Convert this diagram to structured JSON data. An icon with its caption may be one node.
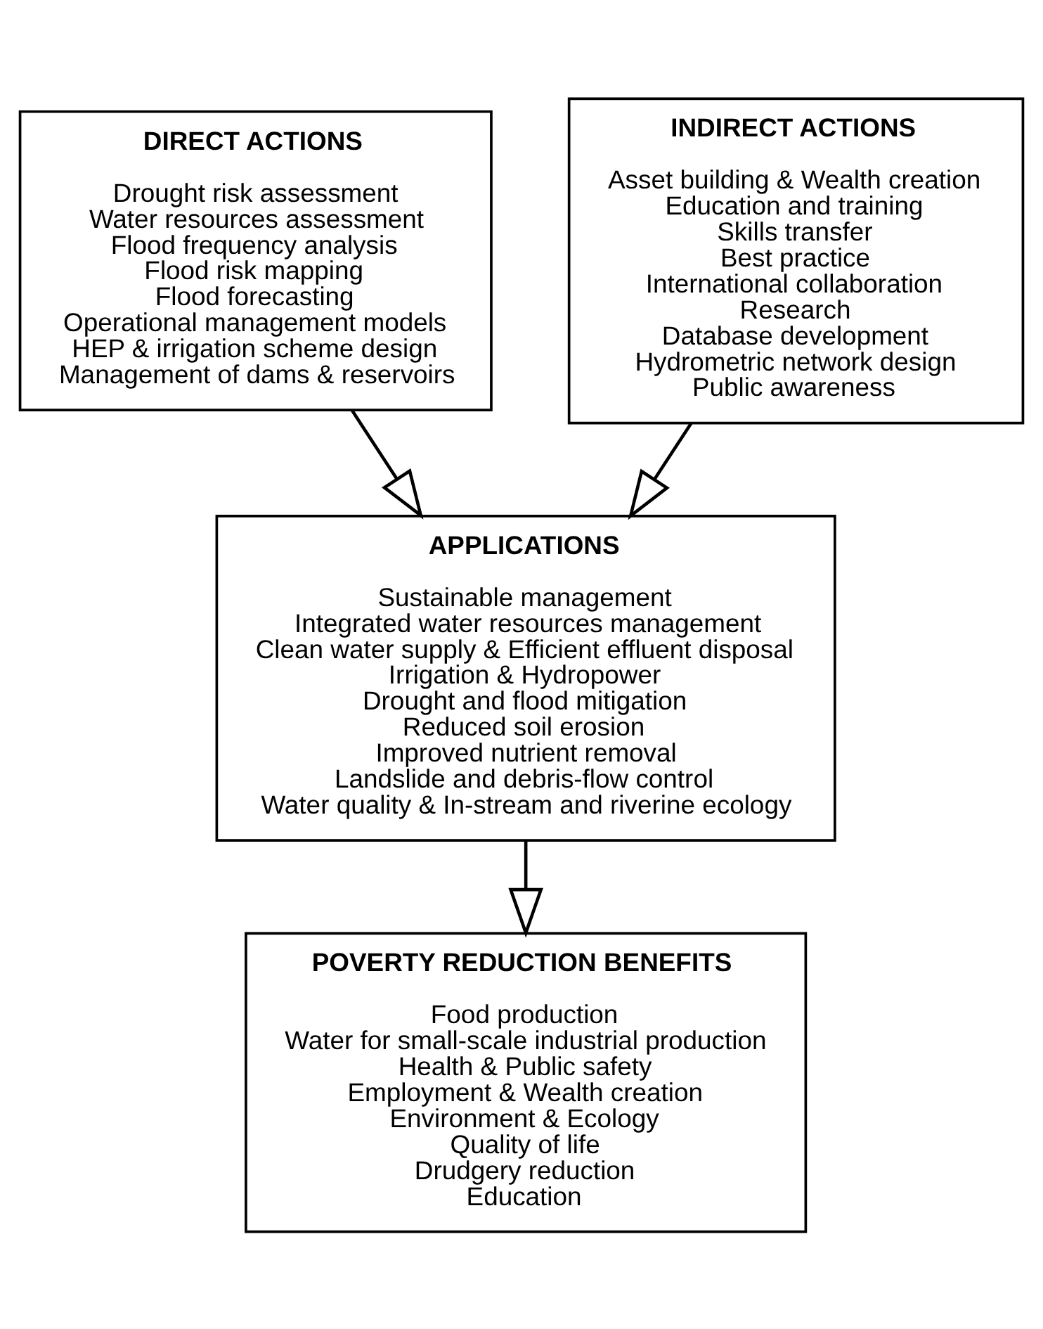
{
  "diagram": {
    "nodes": [
      {
        "text": [
          "DIRECT ACTIONS",
          "Drought risk assessment",
          "Water resources assessment",
          "Flood frequency analysis",
          "Flood risk mapping",
          "Flood forecasting",
          "Operational management models",
          "HEP & irrigation scheme design",
          "Management of dams & reservoirs"
        ]
      },
      {
        "text": [
          "INDIRECT ACTIONS",
          "Asset building & Wealth creation",
          "Education and training",
          "Skills transfer",
          "Best practice",
          "International collaboration",
          "Research",
          "Database development",
          "Hydrometric network design",
          "Public awareness"
        ]
      },
      {
        "text": [
          "APPLICATIONS",
          "Sustainable management",
          "Integrated water resources management",
          "Clean water supply & Efficient effluent disposal",
          "Irrigation & Hydropower",
          "Drought and flood mitigation",
          "Reduced soil erosion",
          "Improved nutrient removal",
          "Landslide and debris-flow control",
          "Water quality & In-stream and riverine ecology"
        ]
      },
      {
        "text": [
          "POVERTY REDUCTION BENEFITS",
          "Food production",
          "Water for small-scale industrial production",
          "Health & Public safety",
          "Employment & Wealth creation",
          "Environment & Ecology",
          "Quality of life",
          "Drudgery reduction",
          "Education"
        ]
      }
    ],
    "edges": [
      {
        "from": 0,
        "to": 2,
        "arrow": "to"
      },
      {
        "from": 1,
        "to": 2,
        "arrow": "to"
      },
      {
        "from": 2,
        "to": 3,
        "arrow": "to"
      }
    ]
  }
}
